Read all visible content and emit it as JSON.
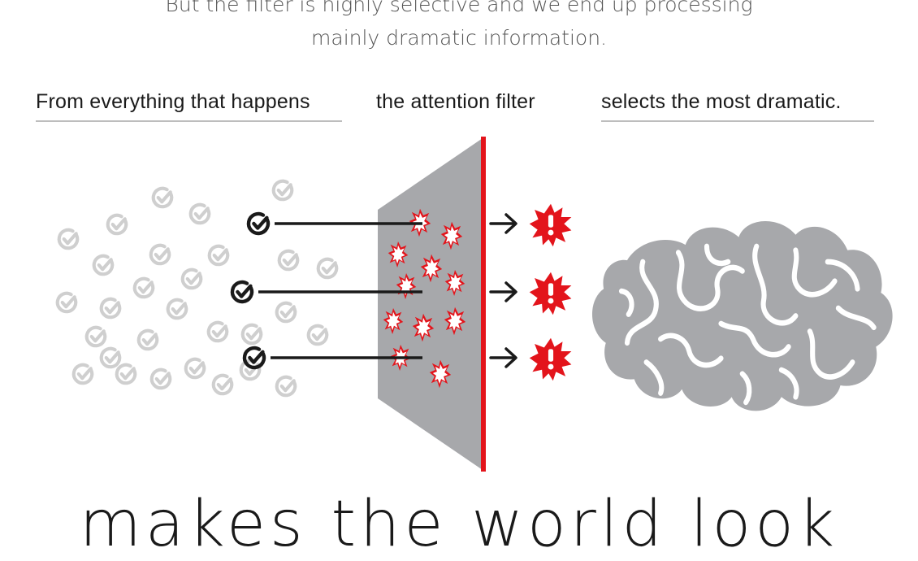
{
  "intro": {
    "line1": "But the filter is highly selective and we end up processing",
    "line2": "mainly dramatic information."
  },
  "steps": [
    "From everything that happens",
    "the attention filter",
    "selects the most dramatic."
  ],
  "bottom_text": "makes the world look",
  "colors": {
    "gray_check": "#cfcfcf",
    "dark_check": "#1a1a1a",
    "filter_panel": "#a7a8ab",
    "filter_edge": "#e3141b",
    "burst": "#e3141b",
    "brain": "#a7a8ab",
    "rule": "#bdbdbd"
  },
  "icons": [
    "check-circle-icon",
    "arrow-right-icon",
    "exclamation-burst-icon",
    "brain-icon"
  ]
}
